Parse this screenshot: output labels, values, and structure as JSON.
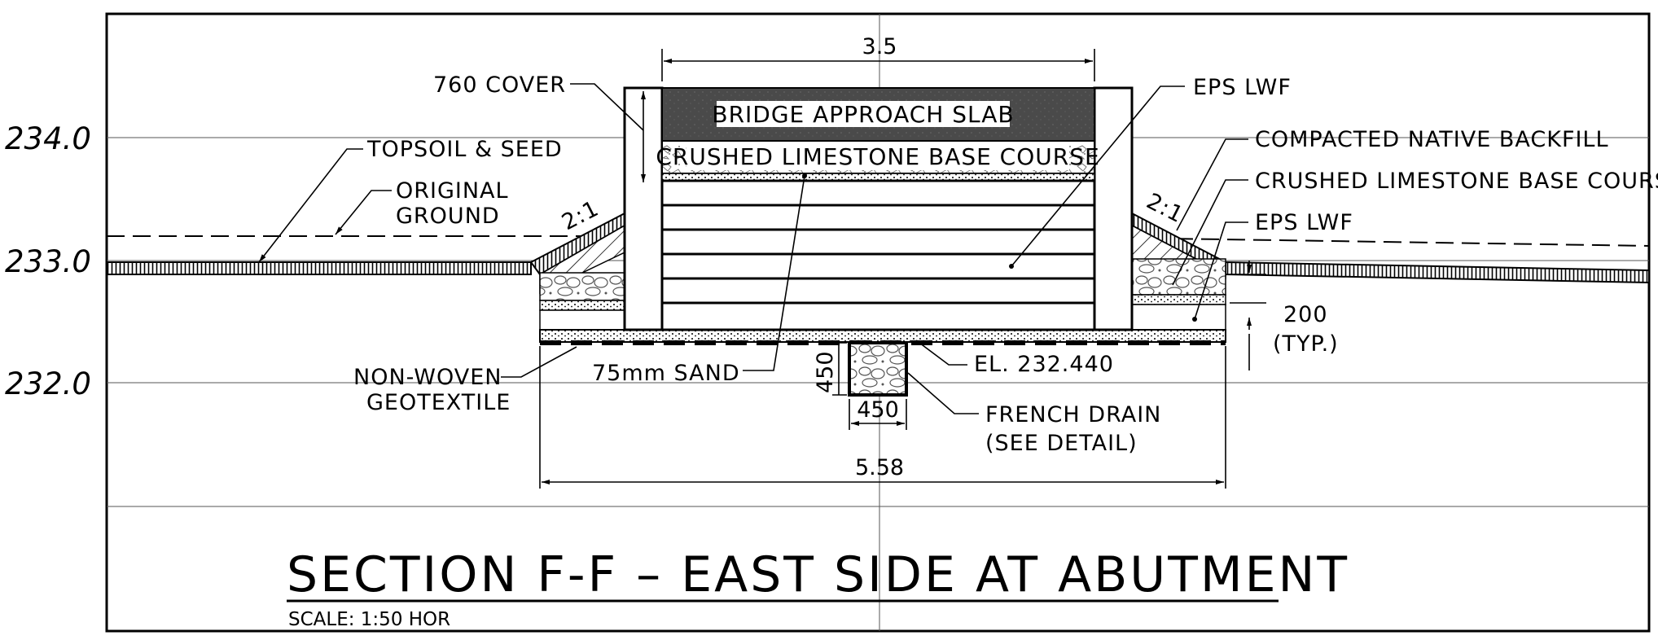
{
  "elevations": [
    "234.0",
    "233.0",
    "232.0"
  ],
  "labels": {
    "cover": "760 COVER",
    "topsoil": "TOPSOIL & SEED",
    "original_ground_1": "ORIGINAL",
    "original_ground_2": "GROUND",
    "slope_left": "2:1",
    "slope_right": "2:1",
    "slab": "BRIDGE APPROACH SLAB",
    "base_course_inner": "CRUSHED LIMESTONE BASE COURSE",
    "eps_top": "EPS LWF",
    "backfill": "COMPACTED NATIVE BACKFILL",
    "base_course_right": "CRUSHED LIMESTONE BASE COURSE",
    "eps_right": "EPS LWF",
    "geotextile_1": "NON-WOVEN",
    "geotextile_2": "GEOTEXTILE",
    "sand": "75mm SAND",
    "elevation_note": "EL. 232.440",
    "drain_1": "FRENCH DRAIN",
    "drain_2": "(SEE DETAIL)",
    "typ_1": "200",
    "typ_2": "(TYP.)"
  },
  "dimensions": {
    "top_width": "3.5",
    "bottom_width": "5.58",
    "drain_height": "450",
    "drain_width": "450"
  },
  "title": "SECTION F-F – EAST SIDE AT ABUTMENT",
  "scale": "SCALE: 1:50 HOR"
}
